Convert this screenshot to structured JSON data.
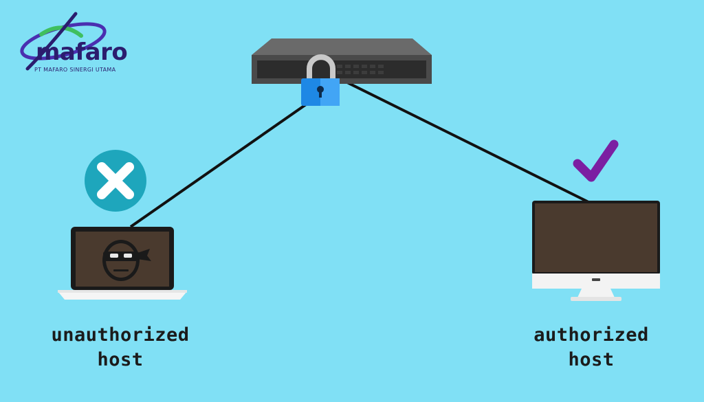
{
  "logo": {
    "name": "mafaro",
    "tagline": "PT MAFARO SINERGI UTAMA"
  },
  "hosts": {
    "unauthorized": {
      "line1": "unauthorized",
      "line2": "host",
      "status": "denied-x-icon"
    },
    "authorized": {
      "line1": "authorized",
      "line2": "host",
      "status": "check-icon"
    }
  },
  "colors": {
    "background": "#80e0f5",
    "switch": "#4a4a4a",
    "lock": "#1e88e5",
    "deny_circle": "#1ea6bc",
    "check": "#7b1fa2",
    "screen": "#4a3a2e"
  }
}
